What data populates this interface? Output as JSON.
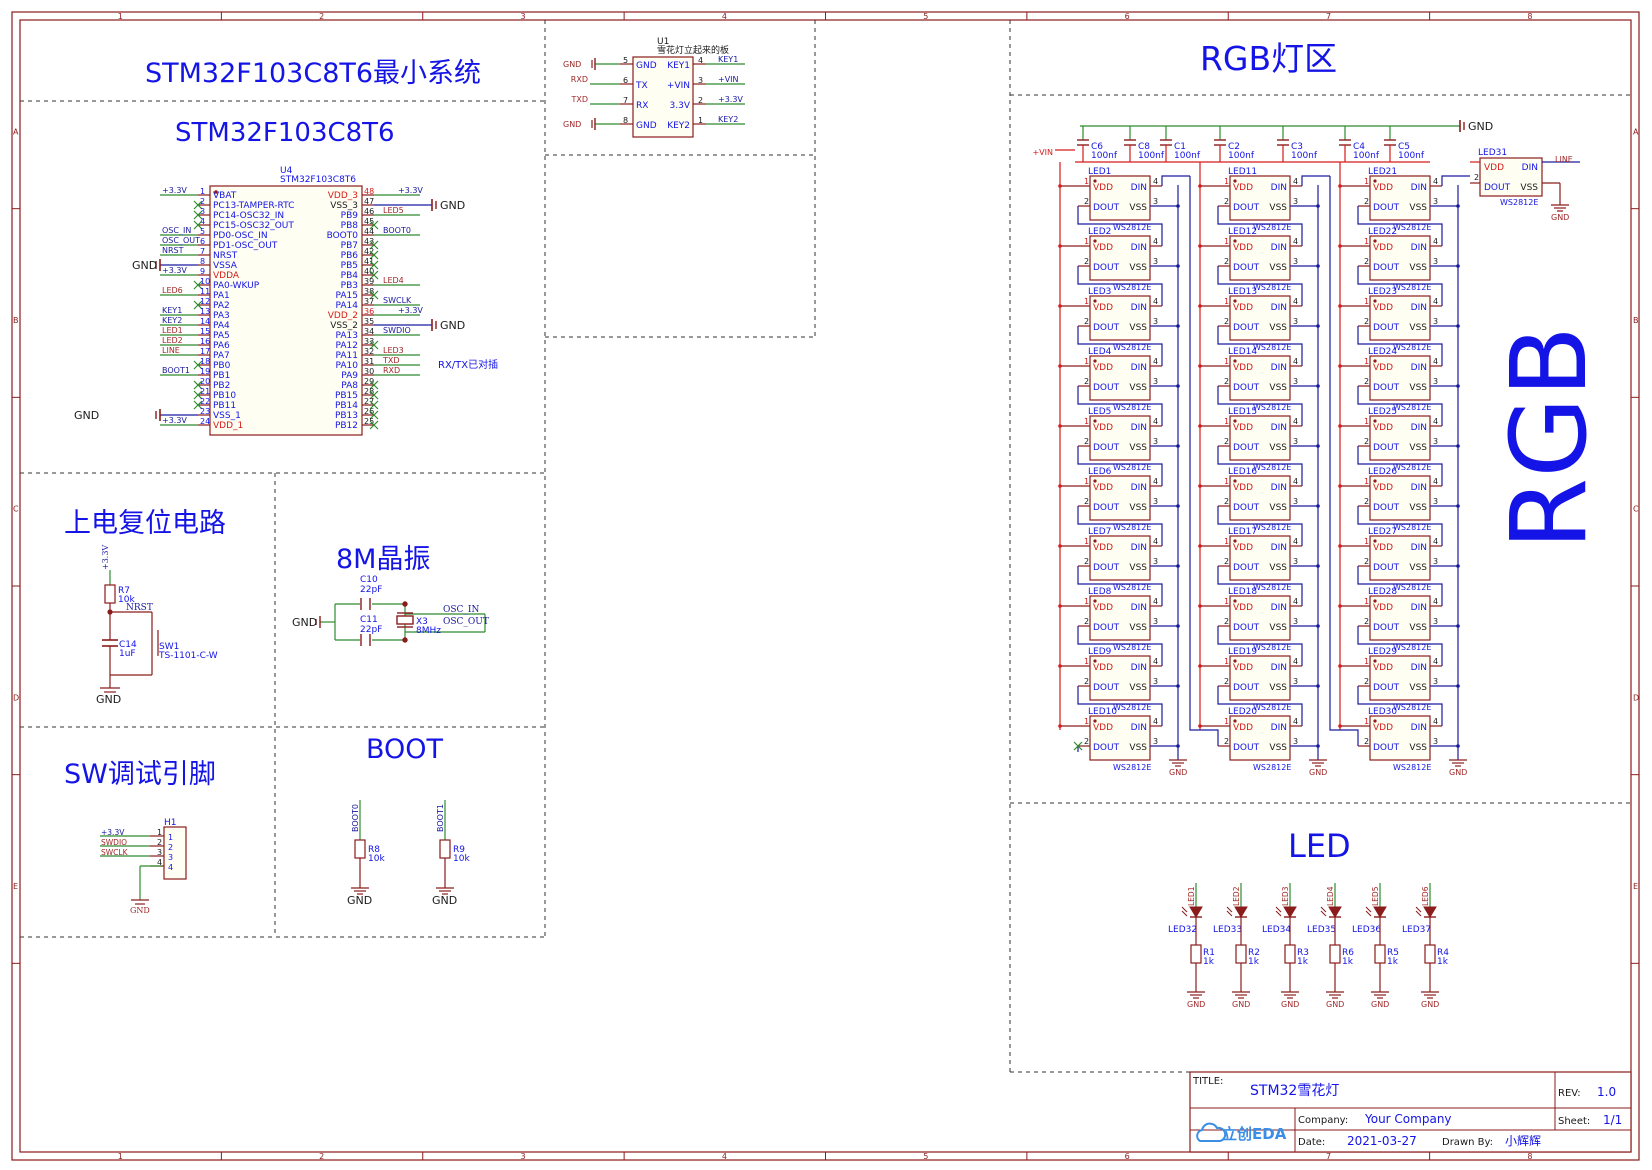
{
  "frame": {
    "col_labels": [
      "1",
      "2",
      "3",
      "4",
      "5",
      "6",
      "7",
      "8"
    ],
    "row_labels": [
      "A",
      "B",
      "C",
      "D",
      "E"
    ]
  },
  "sections": {
    "mcu_title": "STM32F103C8T6最小系统",
    "mcu_sub": "STM32F103C8T6",
    "reset_title": "上电复位电路",
    "crystal_title": "8M晶振",
    "sw_title": "SW调试引脚",
    "boot_title": "BOOT",
    "rgb_title": "RGB灯区",
    "rgb_big": "RGB",
    "led_title": "LED"
  },
  "mcu": {
    "ref": "U4",
    "part": "STM32F103C8T6",
    "left_pins": [
      {
        "num": "1",
        "name": "VBAT",
        "net": "+3.3V"
      },
      {
        "num": "2",
        "name": "PC13-TAMPER-RTC",
        "net": ""
      },
      {
        "num": "3",
        "name": "PC14-OSC32_IN",
        "net": ""
      },
      {
        "num": "4",
        "name": "PC15-OSC32_OUT",
        "net": ""
      },
      {
        "num": "5",
        "name": "PD0-OSC_IN",
        "net": "OSC_IN"
      },
      {
        "num": "6",
        "name": "PD1-OSC_OUT",
        "net": "OSC_OUT"
      },
      {
        "num": "7",
        "name": "NRST",
        "net": "NRST"
      },
      {
        "num": "8",
        "name": "VSSA",
        "net": "GND"
      },
      {
        "num": "9",
        "name": "VDDA",
        "net": "+3.3V"
      },
      {
        "num": "10",
        "name": "PA0-WKUP",
        "net": ""
      },
      {
        "num": "11",
        "name": "PA1",
        "net": "LED6"
      },
      {
        "num": "12",
        "name": "PA2",
        "net": ""
      },
      {
        "num": "13",
        "name": "PA3",
        "net": "KEY1"
      },
      {
        "num": "14",
        "name": "PA4",
        "net": "KEY2"
      },
      {
        "num": "15",
        "name": "PA5",
        "net": "LED1"
      },
      {
        "num": "16",
        "name": "PA6",
        "net": "LED2"
      },
      {
        "num": "17",
        "name": "PA7",
        "net": "LINE"
      },
      {
        "num": "18",
        "name": "PB0",
        "net": ""
      },
      {
        "num": "19",
        "name": "PB1",
        "net": "BOOT1"
      },
      {
        "num": "20",
        "name": "PB2",
        "net": ""
      },
      {
        "num": "21",
        "name": "PB10",
        "net": ""
      },
      {
        "num": "22",
        "name": "PB11",
        "net": ""
      },
      {
        "num": "23",
        "name": "VSS_1",
        "net": "GND"
      },
      {
        "num": "24",
        "name": "VDD_1",
        "net": "+3.3V"
      }
    ],
    "right_pins": [
      {
        "num": "48",
        "name": "VDD_3",
        "net": "+3.3V"
      },
      {
        "num": "47",
        "name": "VSS_3",
        "net": "GND"
      },
      {
        "num": "46",
        "name": "PB9",
        "net": "LED5"
      },
      {
        "num": "45",
        "name": "PB8",
        "net": ""
      },
      {
        "num": "44",
        "name": "BOOT0",
        "net": "BOOT0"
      },
      {
        "num": "43",
        "name": "PB7",
        "net": ""
      },
      {
        "num": "42",
        "name": "PB6",
        "net": ""
      },
      {
        "num": "41",
        "name": "PB5",
        "net": ""
      },
      {
        "num": "40",
        "name": "PB4",
        "net": ""
      },
      {
        "num": "39",
        "name": "PB3",
        "net": "LED4"
      },
      {
        "num": "38",
        "name": "PA15",
        "net": ""
      },
      {
        "num": "37",
        "name": "PA14",
        "net": "SWCLK"
      },
      {
        "num": "36",
        "name": "VDD_2",
        "net": "+3.3V"
      },
      {
        "num": "35",
        "name": "VSS_2",
        "net": "GND"
      },
      {
        "num": "34",
        "name": "PA13",
        "net": "SWDIO"
      },
      {
        "num": "33",
        "name": "PA12",
        "net": ""
      },
      {
        "num": "32",
        "name": "PA11",
        "net": "LED3"
      },
      {
        "num": "31",
        "name": "PA10",
        "net": "TXD"
      },
      {
        "num": "30",
        "name": "PA9",
        "net": "RXD"
      },
      {
        "num": "29",
        "name": "PA8",
        "net": ""
      },
      {
        "num": "28",
        "name": "PB15",
        "net": ""
      },
      {
        "num": "27",
        "name": "PB14",
        "net": ""
      },
      {
        "num": "26",
        "name": "PB13",
        "net": ""
      },
      {
        "num": "25",
        "name": "PB12",
        "net": ""
      }
    ],
    "note": "RX/TX已对插"
  },
  "u1": {
    "ref": "U1",
    "desc": "雪花灯立起来的板",
    "left": [
      {
        "num": "5",
        "name": "GND",
        "net": "GND"
      },
      {
        "num": "6",
        "name": "TX",
        "net": "RXD"
      },
      {
        "num": "7",
        "name": "RX",
        "net": "TXD"
      },
      {
        "num": "8",
        "name": "GND",
        "net": "GND"
      }
    ],
    "right": [
      {
        "num": "4",
        "name": "KEY1",
        "net": "KEY1"
      },
      {
        "num": "3",
        "name": "+VIN",
        "net": "+VIN"
      },
      {
        "num": "2",
        "name": "3.3V",
        "net": "+3.3V"
      },
      {
        "num": "1",
        "name": "KEY2",
        "net": "KEY2"
      }
    ]
  },
  "reset": {
    "vcc": "+3.3V",
    "r_ref": "R7",
    "r_val": "10k",
    "net": "NRST",
    "c_ref": "C14",
    "c_val": "1uF",
    "sw_ref": "SW1",
    "sw_val": "TS-1101-C-W",
    "gnd": "GND"
  },
  "crystal": {
    "c1_ref": "C10",
    "c1_val": "22pF",
    "c2_ref": "C11",
    "c2_val": "22pF",
    "x_ref": "X3",
    "x_val": "8MHz",
    "net_in": "OSC_IN",
    "net_out": "OSC_OUT",
    "gnd": "GND"
  },
  "header": {
    "ref": "H1",
    "pins": [
      {
        "num": "1",
        "net": "+3.3V"
      },
      {
        "num": "2",
        "net": "SWDIO"
      },
      {
        "num": "3",
        "net": "SWCLK"
      },
      {
        "num": "4",
        "net": ""
      }
    ],
    "gnd": "GND"
  },
  "boot": [
    {
      "net": "BOOT0",
      "ref": "R8",
      "val": "10k",
      "gnd": "GND"
    },
    {
      "net": "BOOT1",
      "ref": "R9",
      "val": "10k",
      "gnd": "GND"
    }
  ],
  "rgb": {
    "vin": "+VIN",
    "gnd": "GND",
    "caps": [
      {
        "ref": "C6",
        "val": "100nf"
      },
      {
        "ref": "C8",
        "val": "100nf"
      },
      {
        "ref": "C1",
        "val": "100nf"
      },
      {
        "ref": "C2",
        "val": "100nf"
      },
      {
        "ref": "C3",
        "val": "100nf"
      },
      {
        "ref": "C4",
        "val": "100nf"
      },
      {
        "ref": "C5",
        "val": "100nf"
      }
    ],
    "pin_vdd": "VDD",
    "pin_din": "DIN",
    "pin_dout": "DOUT",
    "pin_vss": "VSS",
    "part": "WS2812E",
    "columns": [
      [
        "LED1",
        "LED2",
        "LED3",
        "LED4",
        "LED5",
        "LED6",
        "LED7",
        "LED8",
        "LED9",
        "LED10"
      ],
      [
        "LED11",
        "LED12",
        "LED13",
        "LED14",
        "LED15",
        "LED16",
        "LED17",
        "LED18",
        "LED19",
        "LED20"
      ],
      [
        "LED21",
        "LED22",
        "LED23",
        "LED24",
        "LED25",
        "LED26",
        "LED27",
        "LED28",
        "LED29",
        "LED30"
      ]
    ],
    "extra": {
      "ref": "LED31",
      "net": "LINE"
    }
  },
  "leds": [
    {
      "net": "LED1",
      "ref": "LED32",
      "r": "R1",
      "val": "1k",
      "gnd": "GND"
    },
    {
      "net": "LED2",
      "ref": "LED33",
      "r": "R2",
      "val": "1k",
      "gnd": "GND"
    },
    {
      "net": "LED3",
      "ref": "LED34",
      "r": "R3",
      "val": "1k",
      "gnd": "GND"
    },
    {
      "net": "LED4",
      "ref": "LED35",
      "r": "R6",
      "val": "1k",
      "gnd": "GND"
    },
    {
      "net": "LED5",
      "ref": "LED36",
      "r": "R5",
      "val": "1k",
      "gnd": "GND"
    },
    {
      "net": "LED6",
      "ref": "LED37",
      "r": "R4",
      "val": "1k",
      "gnd": "GND"
    }
  ],
  "titleblock": {
    "title_label": "TITLE:",
    "title": "STM32雪花灯",
    "rev_label": "REV:",
    "rev": "1.0",
    "company_label": "Company:",
    "company": "Your Company",
    "sheet_label": "Sheet:",
    "sheet": "1/1",
    "date_label": "Date:",
    "date": "2021-03-27",
    "drawn_label": "Drawn By:",
    "drawn": "小辉辉",
    "logo": "立创EDA"
  },
  "colors": {
    "frame": "#8b1c1c",
    "wire": "#1a1aa0",
    "net_green": "#2e8b2e",
    "title_blue": "#1414e6",
    "pin_red": "#d61a1a"
  }
}
